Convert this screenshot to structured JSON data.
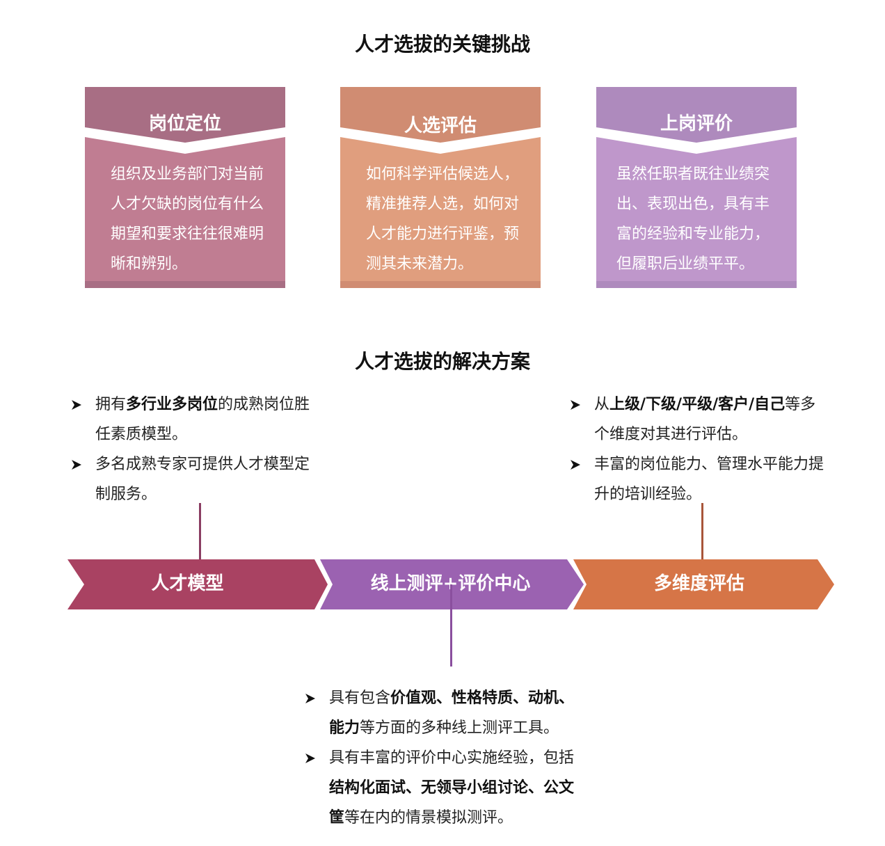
{
  "challenges": {
    "title": "人才选拔的关键挑战",
    "cards": [
      {
        "title": "岗位定位",
        "body": "组织及业务部门对当前人才欠缺的岗位有什么期望和要求往往很难明晰和辨别。",
        "header_color": "#a86e84",
        "body_color": "#c07d92"
      },
      {
        "title": "人选评估",
        "body": "如何科学评估候选人，精准推荐人选，如何对人才能力进行评鉴，预测其未来潜力。",
        "header_color": "#d08c72",
        "body_color": "#e09e7e"
      },
      {
        "title": "上岗评价",
        "body": "虽然任职者既往业绩突出、表现出色，具有丰富的经验和专业能力，但履职后业绩平平。",
        "header_color": "#ae8abd",
        "body_color": "#bf97cb"
      }
    ]
  },
  "solutions": {
    "title": "人才选拔的解决方案",
    "stages": [
      {
        "label": "人才模型",
        "color": "#a94262"
      },
      {
        "label": "线上测评+评价中心",
        "color": "#9b62b1"
      },
      {
        "label": "多维度评估",
        "color": "#d67547"
      }
    ],
    "left_bullets": [
      [
        {
          "t": "拥有"
        },
        {
          "t": "多行业多岗位",
          "b": true
        },
        {
          "t": "的成熟岗位胜任素质模型。"
        }
      ],
      [
        {
          "t": "多名成熟专家可提供人才模型定制服务。"
        }
      ]
    ],
    "right_bullets": [
      [
        {
          "t": "从"
        },
        {
          "t": "上级/下级/平级/客户/自己",
          "b": true
        },
        {
          "t": "等多个维度对其进行评估。"
        }
      ],
      [
        {
          "t": "丰富的岗位能力、管理水平能力提升的培训经验。"
        }
      ]
    ],
    "center_bullets": [
      [
        {
          "t": "具有包含"
        },
        {
          "t": "价值观、性格特质、动机、能力",
          "b": true
        },
        {
          "t": "等方面的多种线上测评工具。"
        }
      ],
      [
        {
          "t": "具有丰富的评价中心实施经验，包括"
        },
        {
          "t": "结构化面试、无领导小组讨论、公文筐",
          "b": true
        },
        {
          "t": "等在内的情景模拟测评。"
        }
      ]
    ],
    "connector_colors": [
      "#8a3d62",
      "#8a4f9e",
      "#a8553a"
    ]
  }
}
